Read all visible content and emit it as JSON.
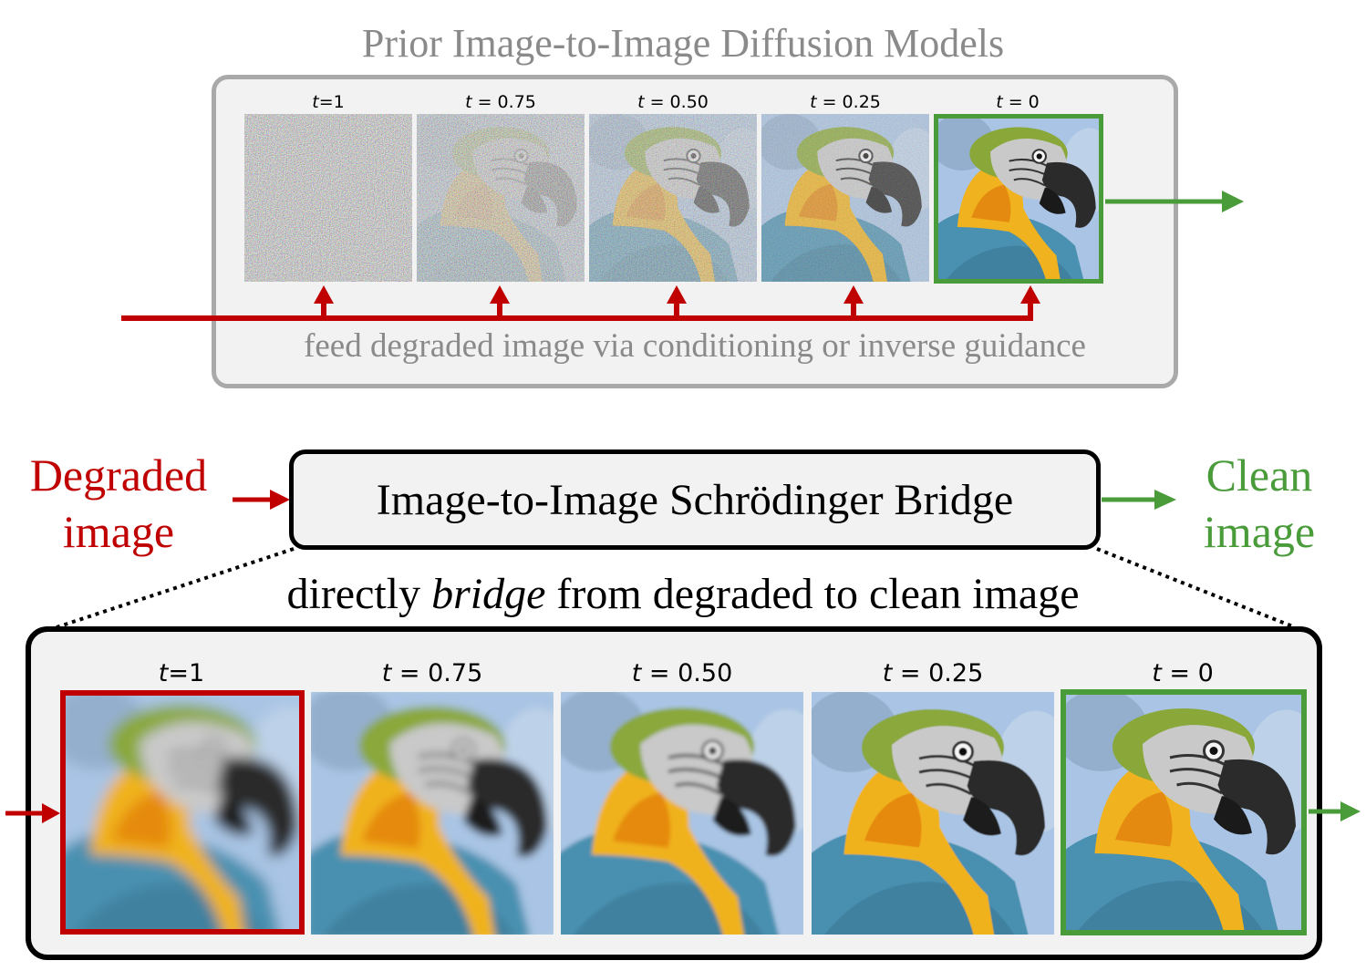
{
  "top": {
    "title": "Prior Image-to-Image Diffusion Models",
    "time_labels": [
      {
        "var": "t",
        "rest": "=1"
      },
      {
        "var": "t",
        "rest": " = 0.75"
      },
      {
        "var": "t",
        "rest": " = 0.50"
      },
      {
        "var": "t",
        "rest": " = 0.25"
      },
      {
        "var": "t",
        "rest": " = 0"
      }
    ],
    "noise_levels": [
      1.0,
      0.75,
      0.5,
      0.25,
      0.0
    ],
    "caption": "feed degraded image via conditioning or inverse guidance"
  },
  "middle": {
    "box_label": "Image-to-Image Schrödinger Bridge",
    "input_label_line1": "Degraded",
    "input_label_line2": "image",
    "output_label_line1": "Clean",
    "output_label_line2": "image",
    "caption_before": "directly ",
    "caption_emph": "bridge",
    "caption_after": " from degraded to clean image"
  },
  "bottom": {
    "time_labels": [
      {
        "var": "t",
        "rest": "=1"
      },
      {
        "var": "t",
        "rest": " = 0.75"
      },
      {
        "var": "t",
        "rest": " = 0.50"
      },
      {
        "var": "t",
        "rest": " = 0.25"
      },
      {
        "var": "t",
        "rest": " = 0"
      }
    ],
    "blur_levels": [
      1.0,
      0.75,
      0.5,
      0.25,
      0.0
    ]
  },
  "colors": {
    "degraded": "#c00000",
    "clean": "#4a9b3a",
    "panel_border": "#a9a9a9",
    "panel_fill": "#f2f2f2",
    "muted_text": "#8a8a8a"
  }
}
